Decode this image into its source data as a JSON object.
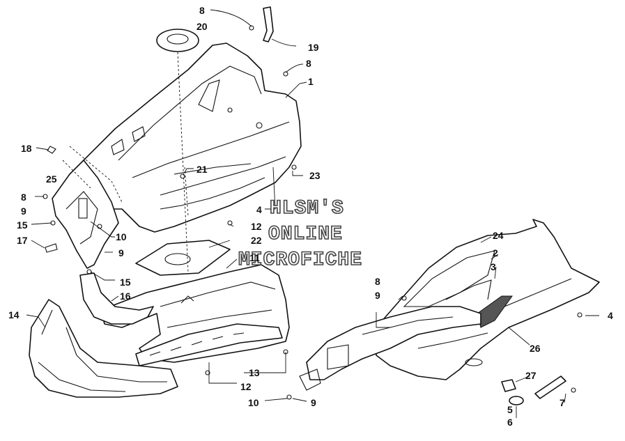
{
  "watermark": {
    "line1": "HLSM'S",
    "line2": "ONLINE",
    "line3": "MICROFICHE"
  },
  "callouts": {
    "c8a": "8",
    "c20": "20",
    "c19": "19",
    "c8b": "8",
    "c1": "1",
    "c18": "18",
    "c21": "21",
    "c23": "23",
    "c25": "25",
    "c8c": "8",
    "c9a": "9",
    "c4a": "4",
    "c12a": "12",
    "c15a": "15",
    "c10a": "10",
    "c17": "17",
    "c9b": "9",
    "c22": "22",
    "c11": "11",
    "c15b": "15",
    "c16": "16",
    "c14": "14",
    "c24": "24",
    "c2": "2",
    "c3": "3",
    "c8d": "8",
    "c9c": "9",
    "c4b": "4",
    "c26": "26",
    "c13": "13",
    "c12b": "12",
    "c27": "27",
    "c10b": "10",
    "c9d": "9",
    "c5": "5",
    "c7": "7",
    "c6": "6"
  }
}
